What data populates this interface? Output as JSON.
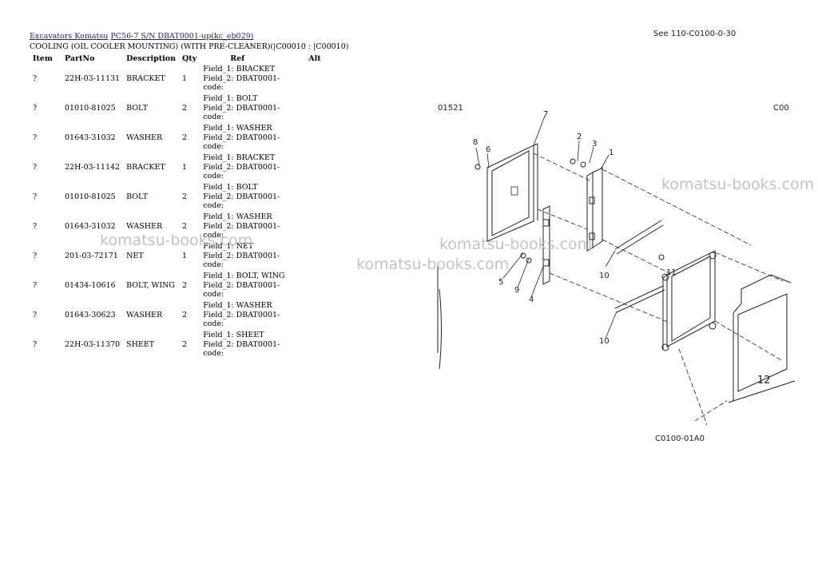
{
  "breadcrumb": {
    "link1": "Excavators Komatsu",
    "link2": "PC56-7 S/N DBAT0001-up(kc_eb029)"
  },
  "section_title": "COOLING (OIL COOLER MOUNTING) (WITH PRE-CLEANER)(|C00010 : |C00010)",
  "table": {
    "headers": {
      "item": "Item",
      "partno": "PartNo",
      "description": "Description",
      "qty": "Qty",
      "ref": "Ref",
      "alt": "Alt"
    },
    "rows": [
      {
        "item": "?",
        "partno": "22H-03-11131",
        "description": "BRACKET",
        "qty": "1",
        "ref1": "Field_1: BRACKET",
        "ref2": "Field_2: DBAT0001-",
        "ref3": "code:"
      },
      {
        "item": "?",
        "partno": "01010-81025",
        "description": "BOLT",
        "qty": "2",
        "ref1": "Field_1: BOLT",
        "ref2": "Field_2: DBAT0001-",
        "ref3": "code:"
      },
      {
        "item": "?",
        "partno": "01643-31032",
        "description": "WASHER",
        "qty": "2",
        "ref1": "Field_1: WASHER",
        "ref2": "Field_2: DBAT0001-",
        "ref3": "code:"
      },
      {
        "item": "?",
        "partno": "22H-03-11142",
        "description": "BRACKET",
        "qty": "1",
        "ref1": "Field_1: BRACKET",
        "ref2": "Field_2: DBAT0001-",
        "ref3": "code:"
      },
      {
        "item": "?",
        "partno": "01010-81025",
        "description": "BOLT",
        "qty": "2",
        "ref1": "Field_1: BOLT",
        "ref2": "Field_2: DBAT0001-",
        "ref3": "code:"
      },
      {
        "item": "?",
        "partno": "01643-31032",
        "description": "WASHER",
        "qty": "2",
        "ref1": "Field_1: WASHER",
        "ref2": "Field_2: DBAT0001-",
        "ref3": "code:"
      },
      {
        "item": "?",
        "partno": "201-03-72171",
        "description": "NET",
        "qty": "1",
        "ref1": "Field_1: NET",
        "ref2": "Field_2: DBAT0001-",
        "ref3": "code:"
      },
      {
        "item": "?",
        "partno": "01434-10616",
        "description": "BOLT, WING",
        "qty": "2",
        "ref1": "Field_1: BOLT, WING",
        "ref2": "Field_2: DBAT0001-",
        "ref3": "code:"
      },
      {
        "item": "?",
        "partno": "01643-30623",
        "description": "WASHER",
        "qty": "2",
        "ref1": "Field_1: WASHER",
        "ref2": "Field_2: DBAT0001-",
        "ref3": "code:"
      },
      {
        "item": "?",
        "partno": "22H-03-11370",
        "description": "SHEET",
        "qty": "2",
        "ref1": "Field_1: SHEET",
        "ref2": "Field_2: DBAT0001-",
        "ref3": "code:"
      }
    ]
  },
  "drawing": {
    "header_code": "See 110-C0100-0-30",
    "corner_left": "01521",
    "corner_right": "C00",
    "figure_code": "C0100-01A0",
    "callouts": [
      "7",
      "8",
      "6",
      "2",
      "3",
      "1",
      "10",
      "5",
      "9",
      "4",
      "11",
      "10",
      "12"
    ]
  },
  "watermark": "komatsu-books.com"
}
